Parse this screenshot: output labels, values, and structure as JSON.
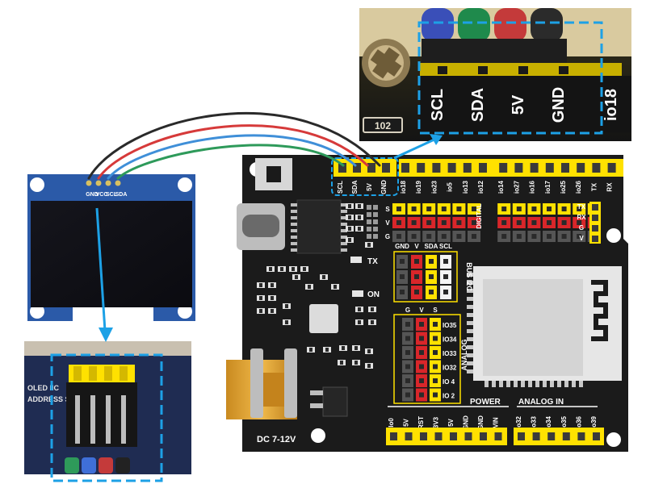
{
  "oled": {
    "pins": [
      "GND",
      "VCC",
      "SCL",
      "SDA"
    ],
    "back_text": [
      "OLED IIC",
      "ADDRESS S"
    ]
  },
  "zoom_top": {
    "labels": [
      "SCL",
      "SDA",
      "5V",
      "GND"
    ],
    "side_label": "io18",
    "resistor": "102"
  },
  "board": {
    "iic_header": [
      "SCL",
      "SDA",
      "5V",
      "GND"
    ],
    "top_header": [
      "io18",
      "io19",
      "io23",
      "io5",
      "io13",
      "io12",
      "io14",
      "io27",
      "io16",
      "io17",
      "io25",
      "io26",
      "TX",
      "RX"
    ],
    "row_labels": [
      "S",
      "V",
      "G"
    ],
    "digital_label": "DIGITAL",
    "right_pins": [
      "TX",
      "RX",
      "G",
      "V"
    ],
    "led_tx": "TX",
    "led_on": "ON",
    "bus_head": [
      "GND",
      "V",
      "SDA",
      "SCL"
    ],
    "bus_label": "BUS I2C",
    "analog_head": [
      "G",
      "V",
      "S"
    ],
    "analog_pins": [
      "IO35",
      "IO34",
      "IO33",
      "IO32",
      "IO 4",
      "IO 2"
    ],
    "analog_label": "ANALOG",
    "power_label": "POWER",
    "analog_in_label": "ANALOG IN",
    "bottom_left": [
      "Io0",
      "5V",
      "RST",
      "3V3",
      "5V",
      "GND",
      "GND",
      "VIN"
    ],
    "bottom_right": [
      "Io32",
      "Io33",
      "Io34",
      "Io35",
      "Io36",
      "Io39"
    ],
    "dc_label": "DC 7-12V"
  },
  "colors": {
    "board": "#1b1b1b",
    "header": "#ffe100",
    "pin_red": "#d9262a",
    "pin_gray": "#555555",
    "pin_white": "#f4f4f4",
    "callout": "#1da1e6",
    "oled_pcb": "#2b5aa8",
    "wire_black": "#2a2a2a",
    "wire_red": "#d63a3a",
    "wire_blue": "#3f8fd8",
    "wire_green": "#2e9a5a"
  }
}
